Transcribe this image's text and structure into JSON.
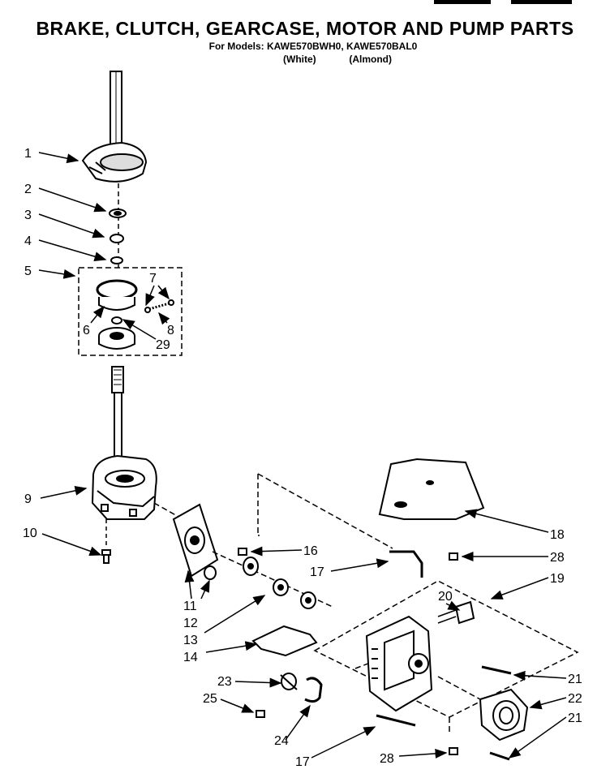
{
  "title": "BRAKE, CLUTCH, GEARCASE, MOTOR AND PUMP PARTS",
  "models_line": "For Models: KAWE570BWH0, KAWE570BAL0",
  "color_white": "(White)",
  "color_almond": "(Almond)",
  "callouts": [
    {
      "id": "c1",
      "text": "1"
    },
    {
      "id": "c2",
      "text": "2"
    },
    {
      "id": "c3",
      "text": "3"
    },
    {
      "id": "c4",
      "text": "4"
    },
    {
      "id": "c5",
      "text": "5"
    },
    {
      "id": "c6",
      "text": "6"
    },
    {
      "id": "c7",
      "text": "7"
    },
    {
      "id": "c8",
      "text": "8"
    },
    {
      "id": "c29",
      "text": "29"
    },
    {
      "id": "c9",
      "text": "9"
    },
    {
      "id": "c10",
      "text": "10"
    },
    {
      "id": "c11",
      "text": "11"
    },
    {
      "id": "c12",
      "text": "12"
    },
    {
      "id": "c13",
      "text": "13"
    },
    {
      "id": "c14",
      "text": "14"
    },
    {
      "id": "c16",
      "text": "16"
    },
    {
      "id": "c17a",
      "text": "17"
    },
    {
      "id": "c17b",
      "text": "17"
    },
    {
      "id": "c18",
      "text": "18"
    },
    {
      "id": "c19",
      "text": "19"
    },
    {
      "id": "c20",
      "text": "20"
    },
    {
      "id": "c21a",
      "text": "21"
    },
    {
      "id": "c21b",
      "text": "21"
    },
    {
      "id": "c22",
      "text": "22"
    },
    {
      "id": "c23",
      "text": "23"
    },
    {
      "id": "c24",
      "text": "24"
    },
    {
      "id": "c25",
      "text": "25"
    },
    {
      "id": "c28a",
      "text": "28"
    },
    {
      "id": "c28b",
      "text": "28"
    }
  ]
}
